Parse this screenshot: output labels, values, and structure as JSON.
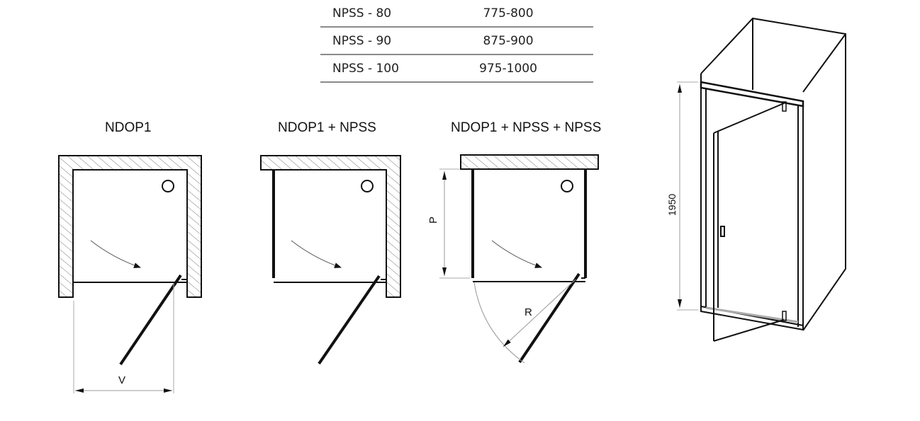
{
  "table": {
    "rows": [
      {
        "model": "NPSS - 80",
        "range": "775-800"
      },
      {
        "model": "NPSS - 90",
        "range": "875-900"
      },
      {
        "model": "NPSS - 100",
        "range": "975-1000"
      }
    ]
  },
  "diagrams": [
    {
      "title": "NDOP1",
      "dimension_label": "V"
    },
    {
      "title": "NDOP1 + NPSS"
    },
    {
      "title": "NDOP1 + NPSS + NPSS",
      "dimension_labels": [
        "P",
        "R"
      ]
    }
  ],
  "iso_view": {
    "height_label": "1950"
  },
  "colors": {
    "line": "#111111",
    "dimension": "#999999",
    "hatch": "#777777"
  }
}
